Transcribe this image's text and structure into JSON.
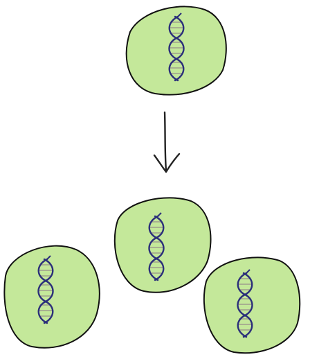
{
  "diagram": {
    "nodes": [
      {
        "id": "parent-cell",
        "role": "parent",
        "dna": "double-helix"
      },
      {
        "id": "daughter-cell-left",
        "role": "daughter",
        "dna": "double-helix"
      },
      {
        "id": "daughter-cell-middle",
        "role": "daughter",
        "dna": "double-helix"
      },
      {
        "id": "daughter-cell-right",
        "role": "daughter",
        "dna": "double-helix"
      }
    ],
    "edges": [
      {
        "from": "parent-cell",
        "to": "daughter-cells",
        "style": "hand-drawn-arrow"
      }
    ]
  },
  "colors": {
    "cell_fill": "#c4e89a",
    "cell_outline": "#111111",
    "dna_backbone": "#2b2f7a",
    "dna_rungs": "#9e9e8c",
    "arrow": "#222222",
    "background": "#ffffff"
  }
}
